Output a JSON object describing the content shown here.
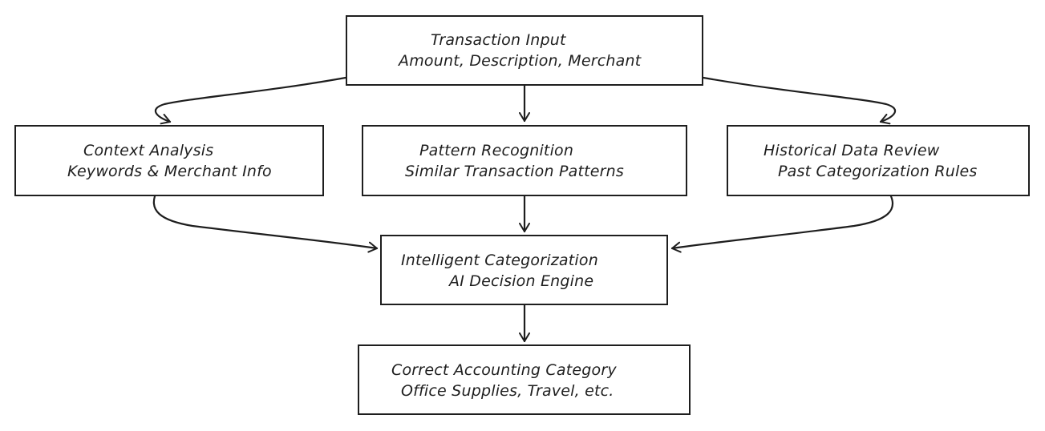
{
  "nodes": {
    "input": {
      "title": "Transaction Input",
      "subtitle": "Amount, Description, Merchant"
    },
    "context": {
      "title": "Context Analysis",
      "subtitle": "Keywords & Merchant Info"
    },
    "pattern": {
      "title": "Pattern Recognition",
      "subtitle": "Similar Transaction Patterns"
    },
    "history": {
      "title": "Historical Data Review",
      "subtitle": "Past Categorization Rules"
    },
    "engine": {
      "title": "Intelligent Categorization",
      "subtitle": "AI Decision Engine"
    },
    "output": {
      "title": "Correct Accounting Category",
      "subtitle": "Office Supplies, Travel, etc."
    }
  },
  "colors": {
    "stroke": "#1e1e1e",
    "background": "#ffffff"
  }
}
